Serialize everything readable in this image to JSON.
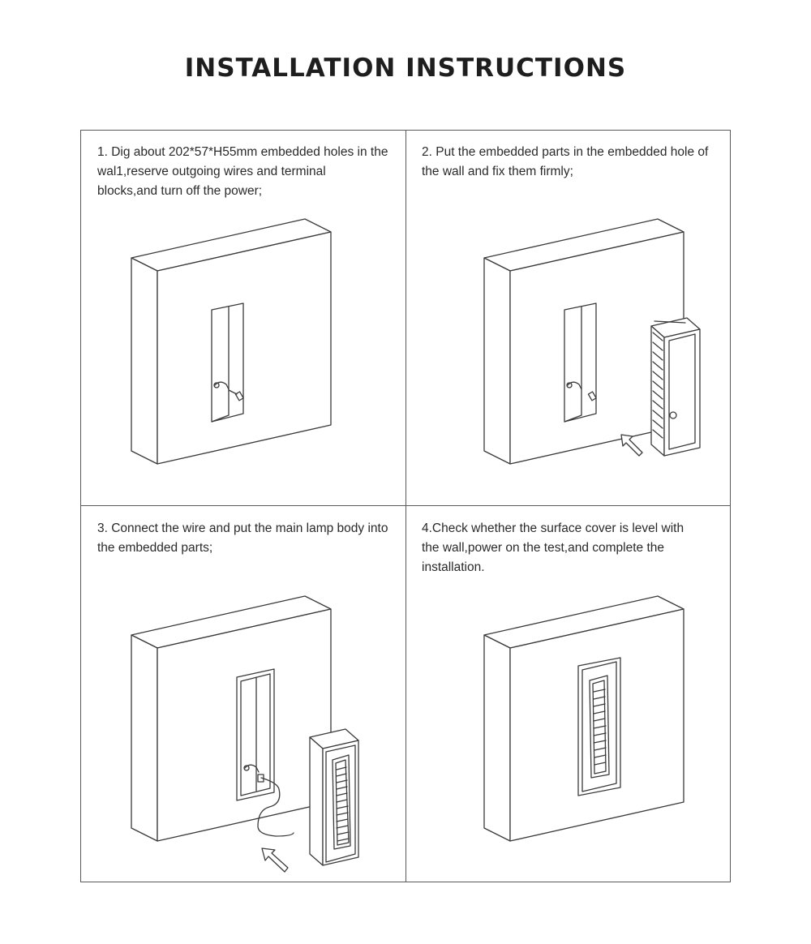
{
  "title": "INSTALLATION INSTRUCTIONS",
  "steps": [
    {
      "text": "1. Dig about 202*57*H55mm embedded holes in the wal1,reserve outgoing wires and terminal blocks,and turn off the power;"
    },
    {
      "text": "2. Put the embedded parts in the embedded hole of the wall and fix them firmly;"
    },
    {
      "text": "3. Connect the wire and put the main lamp body into the embedded parts;"
    },
    {
      "text": "4.Check whether the surface cover is level with the wall,power on the test,and complete the installation."
    }
  ],
  "icons": [
    "wall-hole-icon",
    "embedded-box-icon",
    "arrow-icon",
    "lamp-body-icon",
    "installed-lamp-icon"
  ]
}
